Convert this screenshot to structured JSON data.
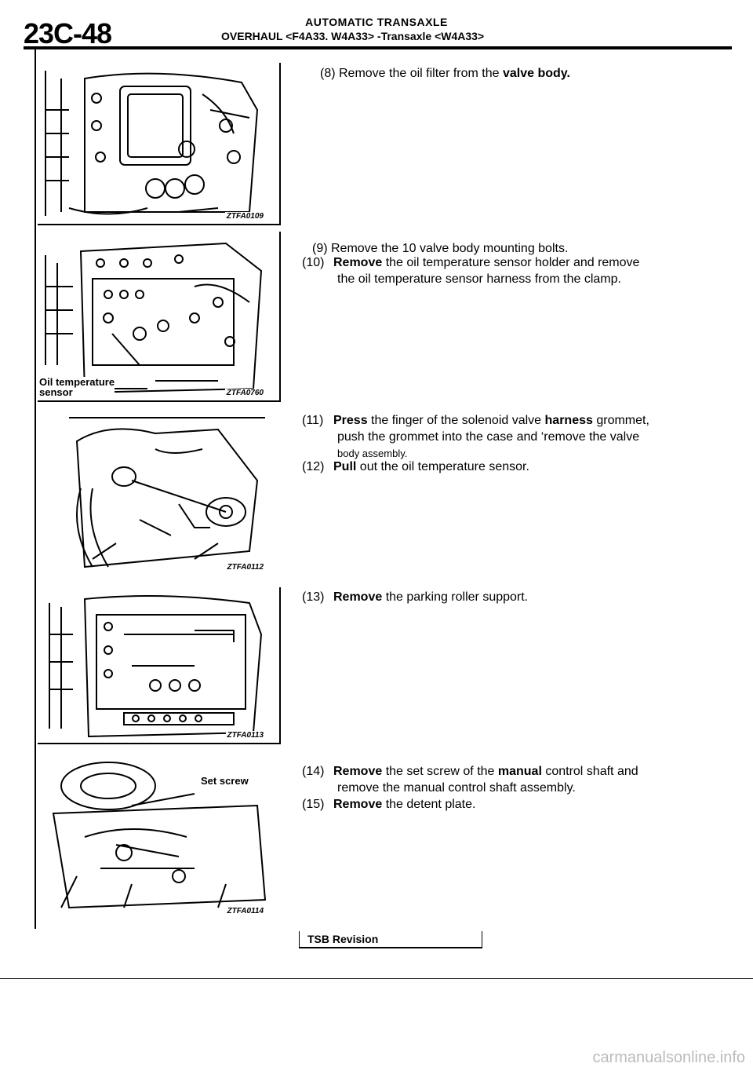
{
  "header": {
    "page_number": "23C-48",
    "section_title": "AUTOMATIC TRANSAXLE",
    "subtitle": "OVERHAUL <F4A33. W4A33> -Transaxle <W4A33>"
  },
  "figures": [
    {
      "code": "ZTFA0109"
    },
    {
      "code": "ZTFA0760",
      "label_line1": "Oil temperature",
      "label_line2": "sensor"
    },
    {
      "code": "ZTFA0112"
    },
    {
      "code": "ZTFA0113"
    },
    {
      "code": "ZTFA0114",
      "label": "Set screw"
    }
  ],
  "steps": {
    "s8": {
      "text": "(8) Remove the oil filter from the ",
      "bold": "valve body."
    },
    "s9": {
      "text": "(9) Remove the 10 valve body mounting bolts."
    },
    "s10": {
      "num": "(10)",
      "verb": "Remove",
      "line1": " the oil temperature sensor holder and remove",
      "line2": "the oil temperature sensor harness from the clamp."
    },
    "s11": {
      "num": "(11)",
      "verb": "Press",
      "line1_a": " the finger of the solenoid valve ",
      "line1_bold": "harness",
      "line1_b": " grommet,",
      "line2": "push the grommet into the case and ‘remove the valve",
      "line3": "body  assembly."
    },
    "s12": {
      "num": "(12)",
      "verb": "Pull",
      "line1": " out the oil temperature sensor."
    },
    "s13": {
      "num": "(13)",
      "verb": "Remove",
      "line1": " the parking roller support."
    },
    "s14": {
      "num": "(14)",
      "verb": "Remove",
      "line1_a": " the set screw of the ",
      "line1_bold": "manual",
      "line1_b": " control shaft and",
      "line2": "remove the manual control shaft assembly."
    },
    "s15": {
      "num": "(15)",
      "verb": "Remove",
      "line1": " the detent plate."
    }
  },
  "footer": {
    "tsb": "TSB Revision",
    "watermark": "carmanualsonline.info"
  }
}
